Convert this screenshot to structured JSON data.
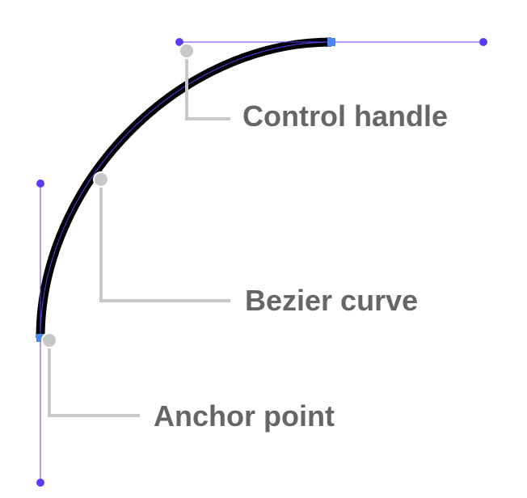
{
  "labels": {
    "control_handle": "Control handle",
    "bezier_curve": "Bezier curve",
    "anchor_point": "Anchor point"
  },
  "colors": {
    "curve": "#000000",
    "handle_line": "#5b3cf5",
    "handle_point": "#5b3cf5",
    "anchor": "#4a86f7",
    "callout": "#c8c8c8",
    "label_text": "#666666"
  }
}
